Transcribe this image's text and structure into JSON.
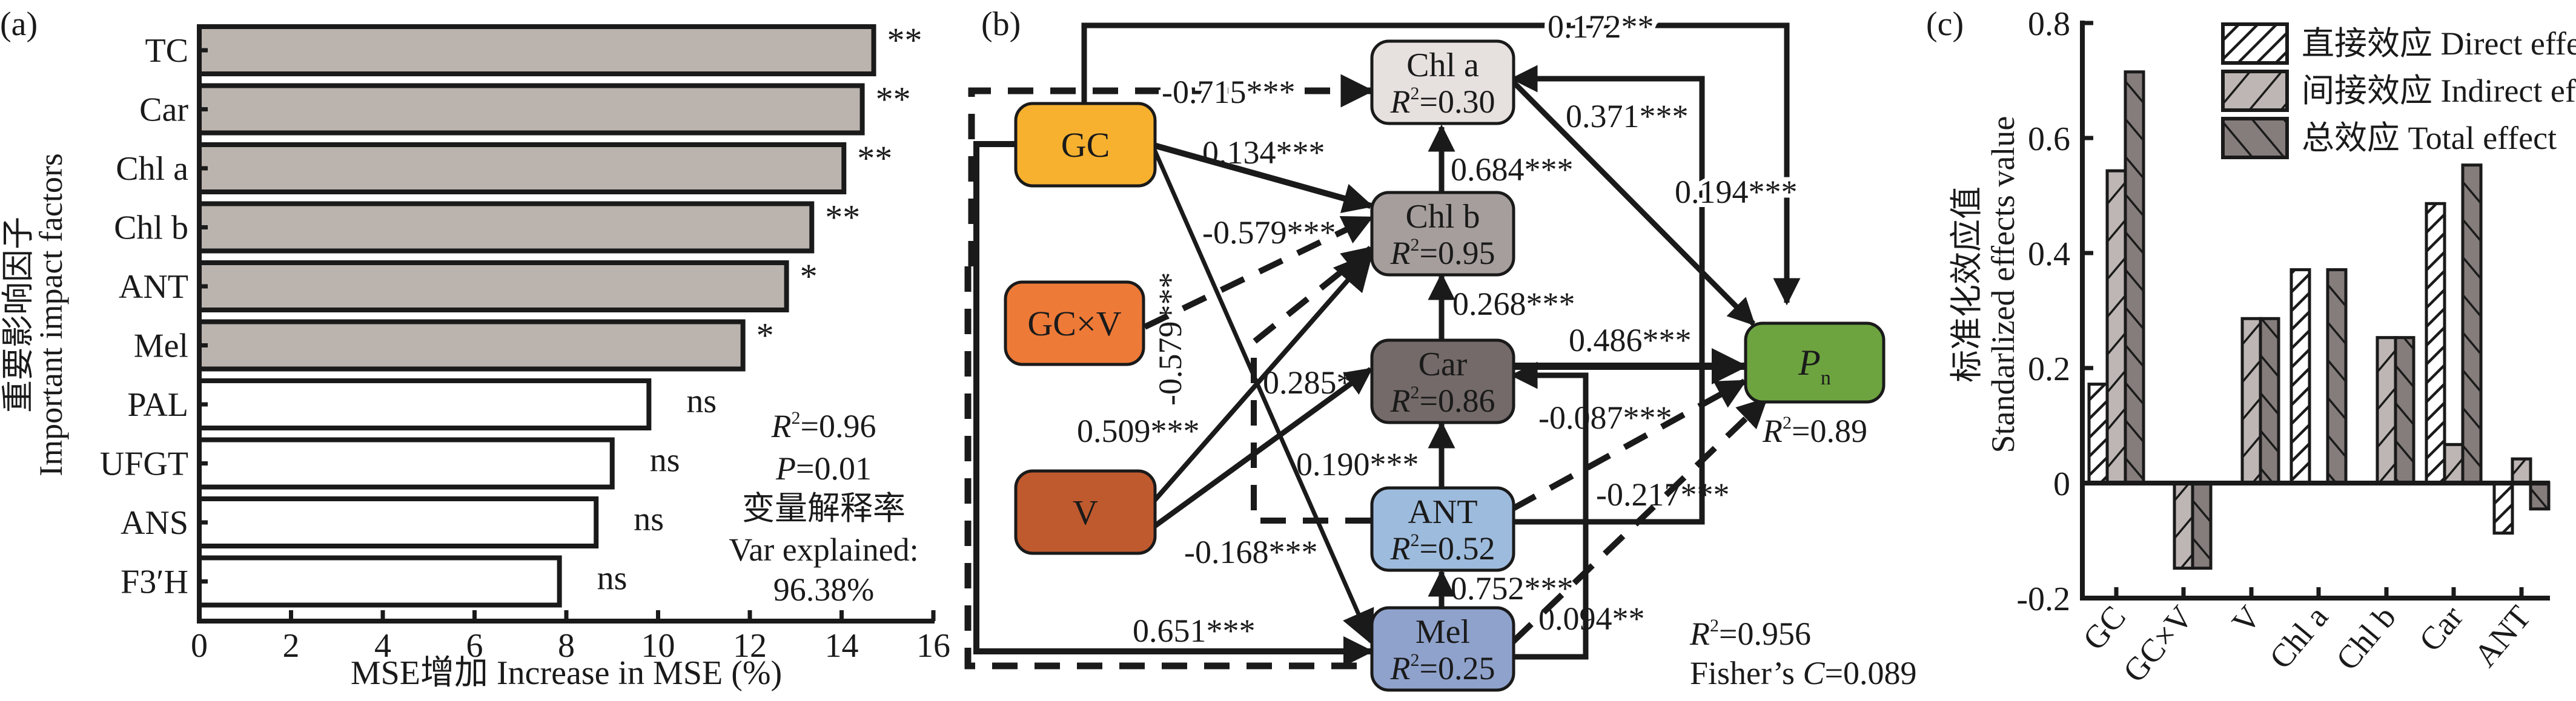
{
  "figure": {
    "panel_labels": [
      "(a)",
      "(b)",
      "(c)"
    ]
  },
  "chart_data": [
    {
      "panel": "(a)",
      "type": "bar",
      "orientation": "horizontal",
      "title": "",
      "xlabel": "MSE增加 Increase in MSE (%)",
      "ylabel_cn": "重要影响因子",
      "ylabel_en": "Important impact factors",
      "xlim": [
        0,
        16
      ],
      "xticks": [
        0,
        2,
        4,
        6,
        8,
        10,
        12,
        14,
        16
      ],
      "grid": false,
      "categories": [
        "TC",
        "Car",
        "Chl a",
        "Chl b",
        "ANT",
        "Mel",
        "PAL",
        "UFGT",
        "ANS",
        "F3′H"
      ],
      "values": [
        14.7,
        14.45,
        14.05,
        13.35,
        12.8,
        11.85,
        9.8,
        9.0,
        8.65,
        7.85
      ],
      "significance": [
        "**",
        "**",
        "**",
        "**",
        "*",
        "*",
        "ns",
        "ns",
        "ns",
        "ns"
      ],
      "colors": {
        "significant": "#bab3ae",
        "not_significant": "#ffffff"
      },
      "annotation": {
        "r2": "=0.96",
        "p": "=0.01",
        "var_cn": "变量解释率",
        "var_en": "Var explained:",
        "var_value": "96.38%"
      }
    },
    {
      "panel": "(b)",
      "type": "path_diagram",
      "nodes": [
        {
          "id": "GC",
          "label": "GC",
          "r2": "",
          "color": "#f7b12f"
        },
        {
          "id": "GCxV",
          "label": "GC×V",
          "r2": "",
          "color": "#ee7a38"
        },
        {
          "id": "V",
          "label": "V",
          "r2": "",
          "color": "#bf5a2e"
        },
        {
          "id": "Chla",
          "label": "Chl a",
          "r2": "=0.30",
          "color": "#e6e0df"
        },
        {
          "id": "Chlb",
          "label": "Chl b",
          "r2": "=0.95",
          "color": "#a59e9c"
        },
        {
          "id": "Car",
          "label": "Car",
          "r2": "=0.86",
          "color": "#736a69"
        },
        {
          "id": "ANT",
          "label": "ANT",
          "r2": "=0.52",
          "color": "#9dbbdd"
        },
        {
          "id": "Mel",
          "label": "Mel",
          "r2": "=0.25",
          "color": "#8fa2cc"
        },
        {
          "id": "Pn",
          "label": "P",
          "sub": "n",
          "r2": "=0.89",
          "color": "#6da440"
        }
      ],
      "paths": [
        {
          "from": "GC",
          "to": "Pn",
          "coef": "0.172**",
          "sign": "positive"
        },
        {
          "from": "GC",
          "to": "Chla",
          "coef": "-0.715***",
          "sign": "negative"
        },
        {
          "from": "GC",
          "to": "Chlb",
          "coef": "0.134***",
          "sign": "positive"
        },
        {
          "from": "GCxV",
          "to": "Chlb",
          "coef": "-0.579***",
          "sign": "negative"
        },
        {
          "from": "GC",
          "to": "Mel",
          "coef": "-0.579***",
          "sign": "negative"
        },
        {
          "from": "V",
          "to": "Chlb",
          "coef": "0.509***",
          "sign": "positive"
        },
        {
          "from": "V",
          "to": "Car",
          "coef": "0.285*",
          "sign": "positive"
        },
        {
          "from": "Chlb",
          "to": "Chla",
          "coef": "0.684***",
          "sign": "positive"
        },
        {
          "from": "Car",
          "to": "Chlb",
          "coef": "0.268***",
          "sign": "positive"
        },
        {
          "from": "Car",
          "to": "Pn",
          "coef": "0.486***",
          "sign": "positive"
        },
        {
          "from": "Chla",
          "to": "Pn",
          "coef": "0.371***",
          "sign": "positive"
        },
        {
          "from": "ANT",
          "to": "Chla",
          "coef": "0.194***",
          "sign": "positive"
        },
        {
          "from": "ANT",
          "to": "Car",
          "coef": "0.190***",
          "sign": "positive"
        },
        {
          "from": "ANT",
          "to": "Pn",
          "coef": "-0.087***",
          "sign": "negative"
        },
        {
          "from": "ANT",
          "to": "Chlb",
          "coef": "-0.168***",
          "sign": "negative"
        },
        {
          "from": "Mel",
          "to": "Pn",
          "coef": "-0.217***",
          "sign": "negative"
        },
        {
          "from": "Mel",
          "to": "ANT",
          "coef": "0.752***",
          "sign": "positive"
        },
        {
          "from": "Mel",
          "to": "Car",
          "coef": "0.094**",
          "sign": "positive"
        },
        {
          "from": "GC",
          "to": "Mel",
          "coef": "0.651***",
          "sign": "positive"
        }
      ],
      "model_fit": {
        "r2": "=0.956",
        "fisher_c_prefix": "Fisher’s ",
        "fisher_c": "=0.089"
      }
    },
    {
      "panel": "(c)",
      "type": "bar",
      "orientation": "vertical",
      "title": "",
      "xlabel": "",
      "ylabel_cn": "标准化效应值",
      "ylabel_en": "Standarlized effects value",
      "ylim": [
        -0.2,
        0.8
      ],
      "yticks": [
        -0.2,
        0,
        0.2,
        0.4,
        0.6,
        0.8
      ],
      "ytick_labels": [
        "-0.2",
        "0",
        "0.2",
        "0.4",
        "0.6",
        "0.8"
      ],
      "grid": false,
      "legend_position": "top-right",
      "categories": [
        "GC",
        "GC×V",
        "V",
        "Chl a",
        "Chl b",
        "Car",
        "ANT"
      ],
      "series": [
        {
          "name": "直接效应 Direct effect",
          "name_cn": "直接效应",
          "name_en": "Direct effect",
          "values": [
            0.172,
            0,
            0,
            0.371,
            0,
            0.486,
            -0.087
          ],
          "color": "#ffffff"
        },
        {
          "name": "间接效应 Indirect effect",
          "name_cn": "间接效应",
          "name_en": "Indirect effect",
          "values": [
            0.543,
            -0.148,
            0.286,
            0,
            0.253,
            0.067,
            0.042
          ],
          "color": "#bdb6b4"
        },
        {
          "name": "总效应 Total effect",
          "name_cn": "总效应",
          "name_en": "Total effect",
          "values": [
            0.715,
            -0.148,
            0.286,
            0.371,
            0.253,
            0.553,
            -0.045
          ],
          "color": "#857d7c"
        }
      ]
    }
  ]
}
